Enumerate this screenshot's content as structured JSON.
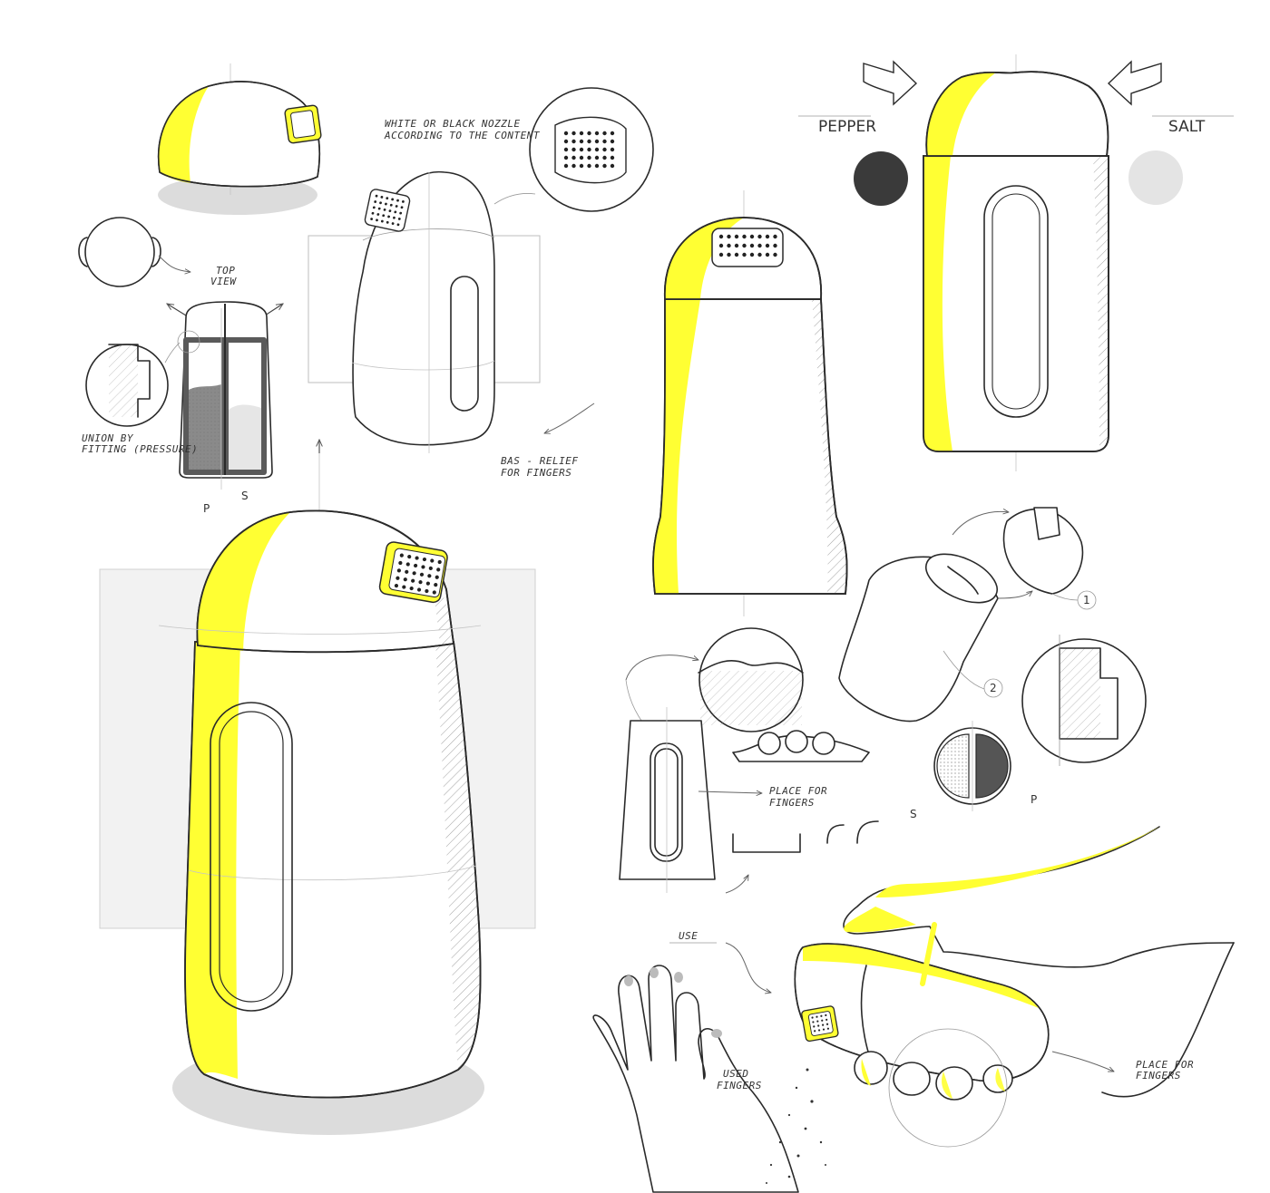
{
  "colors": {
    "accent": "#ffff33",
    "ink": "#2a2a2a",
    "shadow": "#dcdcdc",
    "backdrop": "#f2f2f2",
    "pepper": "#3a3a3a",
    "salt": "#e4e4e4"
  },
  "annotations": {
    "nozzle_line1": "WHITE OR BLACK NOZZLE",
    "nozzle_line2": "ACCORDING TO THE CONTENT",
    "top_view_line1": "TOP",
    "top_view_line2": "VIEW",
    "union_line1": "UNION BY",
    "union_line2": "FITTING (PRESSURE)",
    "bas_relief_line1": "BAS - RELIEF",
    "bas_relief_line2": "FOR FINGERS",
    "place_fingers_line1": "PLACE FOR",
    "place_fingers_line2": "FINGERS",
    "use": "USE",
    "used_fingers_line1": "USED",
    "used_fingers_line2": "FINGERS",
    "place_fingers2_line1": "PLACE FOR",
    "place_fingers2_line2": "FINGERS"
  },
  "labels": {
    "pepper": "PEPPER",
    "salt": "SALT",
    "section_p": "P",
    "section_s": "S",
    "disc_s": "S",
    "disc_p": "P",
    "callout_1": "1",
    "callout_2": "2"
  },
  "icons": [
    "rotate-arrow-left-icon",
    "rotate-arrow-right-icon",
    "arrow-icon"
  ]
}
